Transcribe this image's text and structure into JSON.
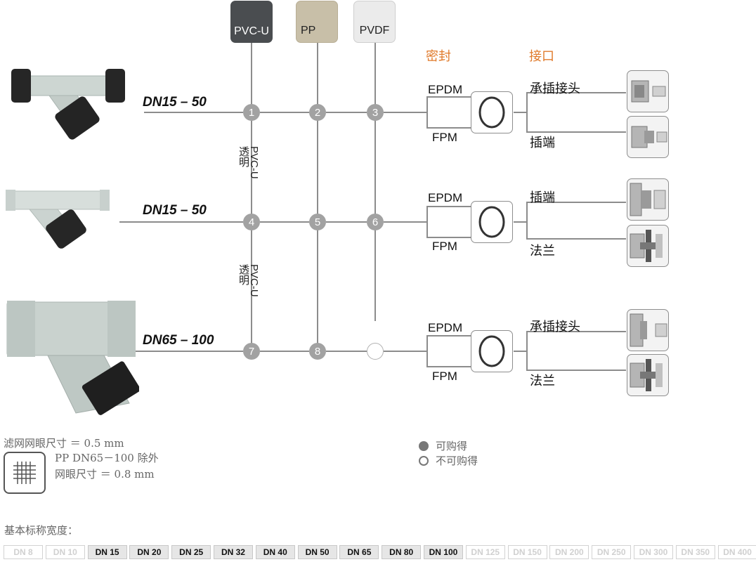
{
  "materials": [
    {
      "label": "PVC-U",
      "color": "#4a4d50"
    },
    {
      "label": "PP",
      "color": "#c8bfa8"
    },
    {
      "label": "PVDF",
      "color": "#ebebeb"
    }
  ],
  "headers": {
    "seal": "密封",
    "connection": "接口"
  },
  "rows": [
    {
      "size": "DN15 – 50",
      "nodes": [
        "1",
        "2",
        "3"
      ],
      "seal_top": "EPDM",
      "seal_bottom": "FPM",
      "conn_top": "承插接头",
      "conn_bottom": "插端"
    },
    {
      "size": "DN15 – 50",
      "nodes": [
        "4",
        "5",
        "6"
      ],
      "seal_top": "EPDM",
      "seal_bottom": "FPM",
      "conn_top": "插端",
      "conn_bottom": "法兰"
    },
    {
      "size": "DN65 – 100",
      "nodes": [
        "7",
        "8",
        ""
      ],
      "seal_top": "EPDM",
      "seal_bottom": "FPM",
      "conn_top": "承插接头",
      "conn_bottom": "法兰"
    }
  ],
  "body_labels": [
    {
      "text1": "PVC-U",
      "text2": "透明"
    },
    {
      "text1": "PVC-U",
      "text2": "透明"
    }
  ],
  "notes": {
    "line1": "滤网网眼尺寸 ＝ 0.5  mm",
    "line2": "PP DN65－100 除外",
    "line3": "网眼尺寸 ＝ 0.8 mm"
  },
  "legend": {
    "available": "可购得",
    "unavailable": "不可购得"
  },
  "scale": {
    "title": "基本标称宽度：",
    "items": [
      {
        "label": "DN 8",
        "active": false
      },
      {
        "label": "DN 10",
        "active": false
      },
      {
        "label": "DN 15",
        "active": true
      },
      {
        "label": "DN 20",
        "active": true
      },
      {
        "label": "DN 25",
        "active": true
      },
      {
        "label": "DN 32",
        "active": true
      },
      {
        "label": "DN 40",
        "active": true
      },
      {
        "label": "DN 50",
        "active": true
      },
      {
        "label": "DN 65",
        "active": true
      },
      {
        "label": "DN 80",
        "active": true
      },
      {
        "label": "DN 100",
        "active": true
      },
      {
        "label": "DN 125",
        "active": false
      },
      {
        "label": "DN 150",
        "active": false
      },
      {
        "label": "DN 200",
        "active": false
      },
      {
        "label": "DN 250",
        "active": false
      },
      {
        "label": "DN 300",
        "active": false
      },
      {
        "label": "DN 350",
        "active": false
      },
      {
        "label": "DN 400",
        "active": false
      }
    ]
  },
  "colors": {
    "line": "#8c8c8c",
    "node": "#a2a2a2",
    "accent": "#e07a2b"
  }
}
